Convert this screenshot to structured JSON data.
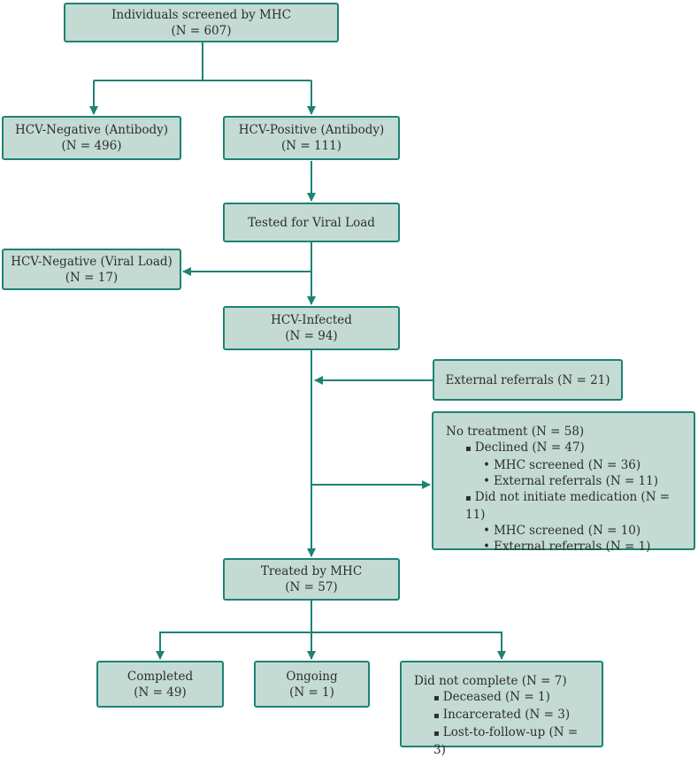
{
  "screened": {
    "title": "Individuals screened by MHC",
    "n": "(N = 607)"
  },
  "antibody_negative": {
    "title": "HCV-Negative (Antibody)",
    "n": "(N = 496)"
  },
  "antibody_positive": {
    "title": "HCV-Positive (Antibody)",
    "n": "(N = 111)"
  },
  "viral_load_test": {
    "title": "Tested for Viral Load"
  },
  "viral_load_negative": {
    "title": "HCV-Negative (Viral Load)",
    "n": "(N = 17)"
  },
  "infected": {
    "title": "HCV-Infected",
    "n": "(N = 94)"
  },
  "external_referrals": {
    "title": "External referrals (N = 21)"
  },
  "no_treatment": {
    "title": "No treatment (N = 58)",
    "declined": "Declined (N = 47)",
    "declined_mhc": "MHC screened (N = 36)",
    "declined_external": "External referrals (N = 11)",
    "did_not_initiate": "Did not initiate medication (N = 11)",
    "dni_mhc": "MHC screened (N = 10)",
    "dni_external": "External referrals (N = 1)"
  },
  "treated": {
    "title": "Treated by MHC",
    "n": "(N = 57)"
  },
  "completed": {
    "title": "Completed",
    "n": "(N = 49)"
  },
  "ongoing": {
    "title": "Ongoing",
    "n": "(N = 1)"
  },
  "did_not_complete": {
    "title": "Did not complete (N = 7)",
    "deceased": "Deceased (N = 1)",
    "incarcerated": "Incarcerated (N = 3)",
    "lost": "Lost-to-follow-up (N = 3)"
  },
  "colors": {
    "box_fill": "#c3dbd3",
    "border": "#1e8274",
    "arrow": "#1e8274"
  }
}
